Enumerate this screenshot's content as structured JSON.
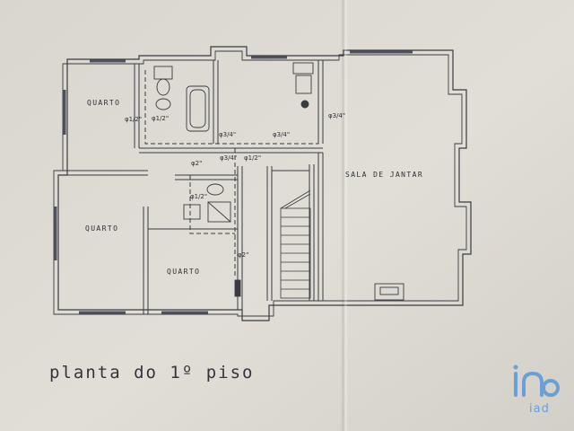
{
  "rooms": {
    "quarto_top_left": "QUARTO",
    "quarto_bottom_left": "QUARTO",
    "quarto_bottom_center": "QUARTO",
    "sala_de_jantar": "SALA DE JANTAR"
  },
  "pipe_labels": {
    "p1": "φ1/2\"",
    "p2": "φ1/2\"",
    "p3": "φ3/4\"",
    "p4": "φ3/4\"",
    "p5": "φ3/4\"",
    "p6": "φ3/4\"",
    "p7": "φ1/2\"",
    "p8": "φ2\"",
    "p9": "φ1/2\"",
    "p10": "φ2\""
  },
  "caption": "planta do 1º piso",
  "logo": {
    "name": "iad-logo",
    "text": "iad",
    "color": "#6aa0d6"
  },
  "colors": {
    "paper": "#dedbd3",
    "ink": "#2f3036"
  }
}
